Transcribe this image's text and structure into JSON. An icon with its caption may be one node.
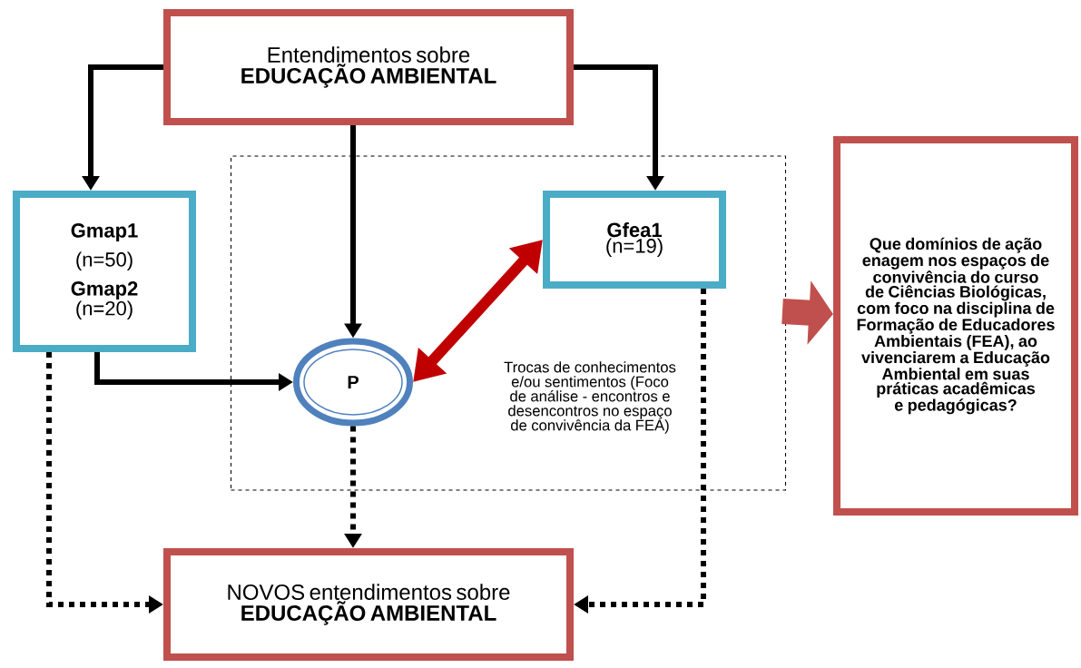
{
  "diagram": {
    "nodes": [
      {
        "text": [
          "Entendimentos sobre **EDUCAÇÃO AMBIENTAL**"
        ]
      },
      {
        "text": [
          "Gmap1",
          "(n=50)",
          "Gmap2",
          "(n=20)"
        ]
      },
      {
        "text": [
          "Trocas de conhecimentos e/ou sentimentos (Foco de análise - encontros e desencontros no espaço de convivência da FEA)"
        ]
      },
      {
        "text": [
          "Gfea1",
          "(n=19)"
        ],
        "in": 2
      },
      {
        "text": [
          "P"
        ],
        "in": 2
      },
      {
        "text": [
          "Que domínios de ação enagem nos espaços de convivência do curso de Ciências Biológicas, com foco na disciplina de Formação de Educadores Ambientais (FEA), ao vivenciarem a Educação Ambiental em suas práticas acadêmicas e pedagógicas?"
        ]
      },
      {
        "text": [
          "NOVOS entendimentos sobre **EDUCAÇÃO AMBIENTAL**"
        ]
      }
    ],
    "edges": [
      {
        "from": 0,
        "to": 1,
        "arrow": "to"
      },
      {
        "from": 0,
        "to": 4,
        "arrow": "to"
      },
      {
        "from": 0,
        "to": 3,
        "arrow": "to"
      },
      {
        "from": 1,
        "to": 4,
        "arrow": "to"
      },
      {
        "from": 3,
        "to": 4,
        "arrow": "both",
        "style": "thick",
        "color": "#c00000"
      },
      {
        "from": 1,
        "to": 6,
        "arrow": "to",
        "style": "dashed"
      },
      {
        "from": 4,
        "to": 6,
        "arrow": "to",
        "style": "dashed"
      },
      {
        "from": 3,
        "to": 6,
        "arrow": "to",
        "style": "dashed"
      },
      {
        "from": 2,
        "to": 5,
        "arrow": "to",
        "style": "thick",
        "color": "#c0504d"
      }
    ]
  }
}
